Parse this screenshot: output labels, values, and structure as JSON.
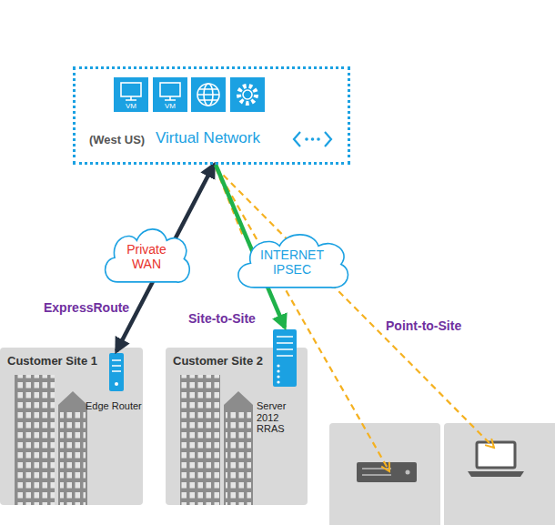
{
  "diagram": {
    "nodes": [
      {
        "text": [
          "(West US)",
          "Virtual Network"
        ]
      },
      {
        "text": [
          "VM"
        ],
        "in": 0
      },
      {
        "text": [
          "VM"
        ],
        "in": 0
      },
      {
        "text": [
          "Private WAN"
        ]
      },
      {
        "text": [
          "INTERNET IPSEC"
        ]
      },
      {
        "text": [
          "Customer Site 1"
        ]
      },
      {
        "text": [
          "Edge Router"
        ],
        "in": 5
      },
      {
        "text": [
          "Customer Site 2"
        ]
      },
      {
        "text": [
          "Server 2012 RRAS"
        ],
        "in": 7
      }
    ],
    "edges": [
      {
        "from": 0,
        "to": 6,
        "arrow": "both",
        "label": "ExpressRoute"
      },
      {
        "from": 0,
        "to": 8,
        "arrow": "to",
        "label": "Site-to-Site"
      }
    ],
    "labels": [
      "Point-to-Site"
    ]
  }
}
